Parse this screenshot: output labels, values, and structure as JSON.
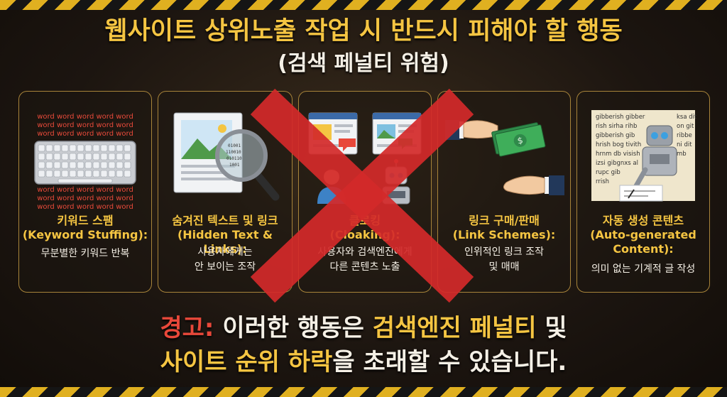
{
  "header": {
    "title": "웹사이트 상위노출 작업 시 반드시 피해야 할 행동",
    "subtitle": "(검색 페널티 위험)"
  },
  "cards": [
    {
      "title_lines": [
        "키워드 스팸",
        "(Keyword Stuffing):"
      ],
      "desc_lines": [
        "무분별한 키워드 반복"
      ],
      "illustration": {
        "name": "keyboard-icon",
        "word_line": "word word word word word"
      }
    },
    {
      "title_lines": [
        "숨겨진 텍스트 및 링크",
        "(Hidden Text & Links):"
      ],
      "desc_lines": [
        "사용자에게는",
        "안 보이는 조작"
      ],
      "illustration": {
        "name": "magnifier-icon"
      }
    },
    {
      "title_lines": [
        "클로킹",
        "(Cloaking):"
      ],
      "desc_lines": [
        "사용자와 검색엔진에게",
        "다른 콘텐츠 노출"
      ],
      "illustration": {
        "name": "user-robot-icon"
      }
    },
    {
      "title_lines": [
        "링크 구매/판매",
        "(Link Schemes):"
      ],
      "desc_lines": [
        "인위적인 링크 조작",
        "및 매매"
      ],
      "illustration": {
        "name": "money-exchange-icon"
      }
    },
    {
      "title_lines": [
        "자동 생성 콘텐츠",
        "(Auto-generated",
        "Content):"
      ],
      "desc_lines": [
        "의미 없는 기계적 글 작성"
      ],
      "illustration": {
        "name": "writing-robot-icon",
        "gibberish_left": [
          "gibberish gibber",
          "rish sirha rihb",
          "gibberish gib",
          "hrish bog tivith",
          "hrnm db visish",
          "izsi gibgnxs al",
          "rupc   gib",
          "rrish"
        ],
        "gibberish_right": [
          "ksa dit",
          "on git",
          "ribbe",
          "ni dit",
          "mb"
        ]
      }
    }
  ],
  "warning": {
    "label": "경고:",
    "line1_a": " 이러한 행동은 ",
    "line1_b": "검색엔진 페널티",
    "line1_c": " 및",
    "line2_a": "사이트 순위 하락",
    "line2_b": "을 초래할 수 있습니다."
  },
  "colors": {
    "accent_yellow": "#f5c542",
    "warning_red": "#e8483a",
    "card_border": "#a8843a",
    "cross_red": "#d42a2a",
    "text_light": "#f5f0e6"
  }
}
